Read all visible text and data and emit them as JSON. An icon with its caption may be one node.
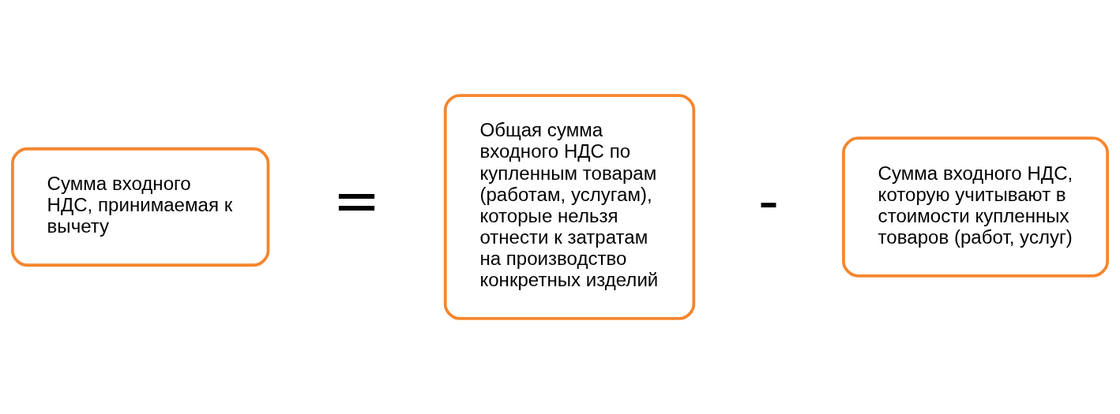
{
  "diagram": {
    "nodes": [
      {
        "text": [
          "Сумма входного НДС, принимаемая к вычету"
        ]
      },
      {
        "text": [
          "Общая сумма входного НДС по купленным товарам (работам, услугам), которые нельзя отнести к затратам на производство конкретных изделий"
        ]
      },
      {
        "text": [
          "Сумма входного НДС, которую учитывают в стоимости купленных товаров (работ, услуг)"
        ]
      }
    ],
    "edges": [],
    "labels": [
      "=",
      "-"
    ]
  }
}
